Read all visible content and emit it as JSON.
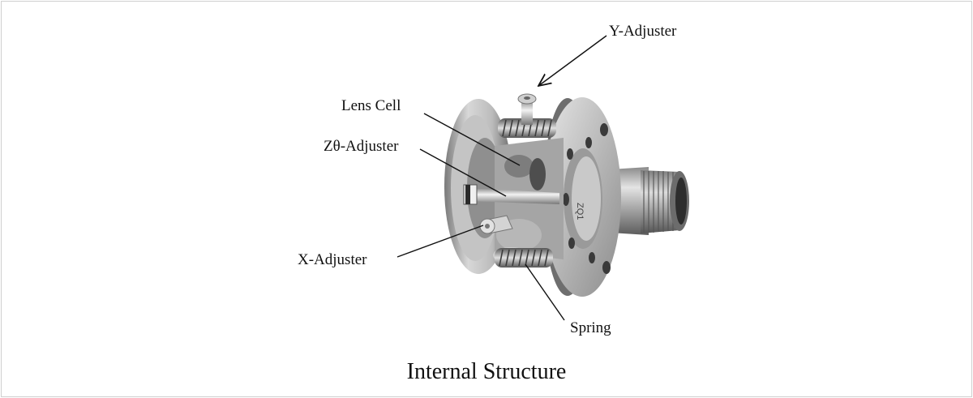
{
  "labels": {
    "y_adjuster": "Y-Adjuster",
    "lens_cell": "Lens Cell",
    "z_theta_adjuster": "Zθ-Adjuster",
    "x_adjuster": "X-Adjuster",
    "spring": "Spring"
  },
  "caption": "Internal Structure",
  "colors": {
    "metal_light": "#d9d9d9",
    "metal_mid": "#a9a9a9",
    "metal_dark": "#5e5e5e",
    "ink": "#111111"
  }
}
